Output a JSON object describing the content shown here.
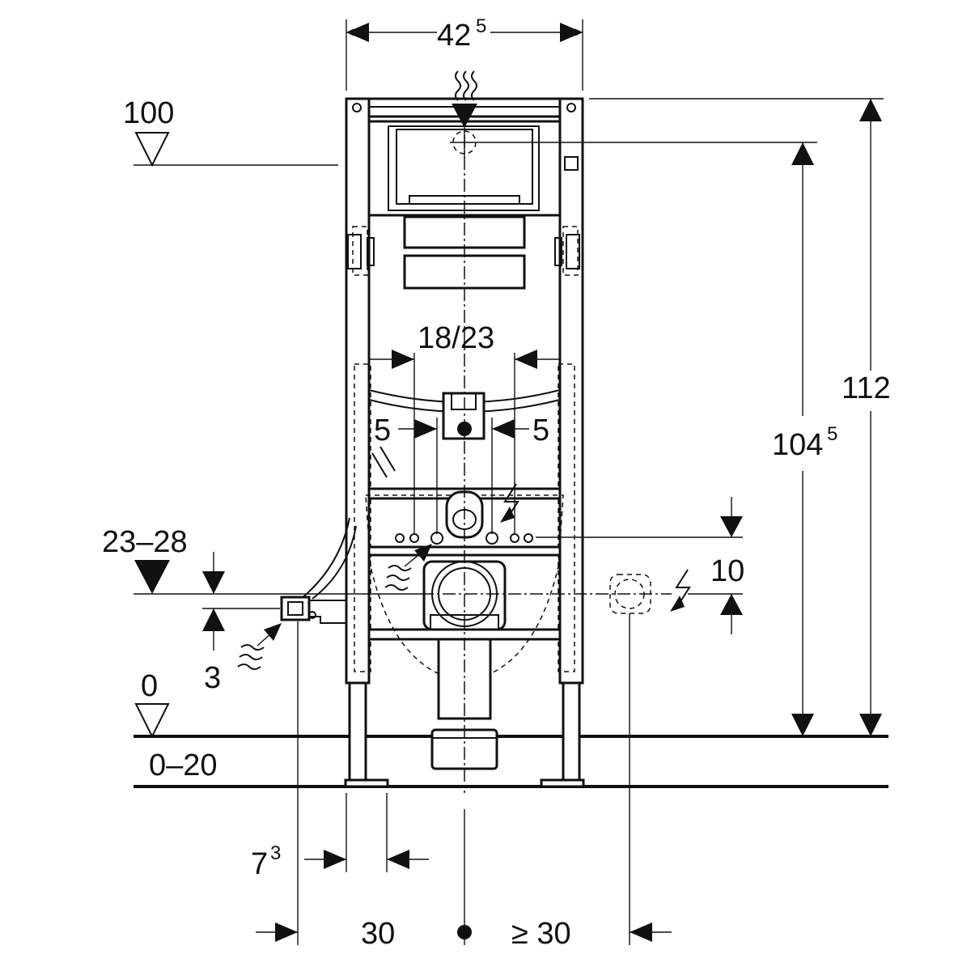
{
  "diagram": {
    "dimensions": {
      "frame_width": {
        "main": "42",
        "sup": "5"
      },
      "flush_height": "100",
      "total_height": "112",
      "outlet_height": {
        "main": "104",
        "sup": "5"
      },
      "bolt_spacing": "18/23",
      "left_offset": "5",
      "right_offset": "5",
      "supply_height_range": "23–28",
      "supply_offset_small": "3",
      "power_offset": "10",
      "floor_level": "0",
      "floor_range": "0–20",
      "side_offset": {
        "main": "7",
        "sup": "3"
      },
      "left_distance": "30",
      "right_distance": "≥ 30"
    },
    "icons": [
      "water-supply-icon",
      "electric-supply-icon",
      "level-marker-icon"
    ],
    "colors": {
      "ink": "#111111",
      "background": "#ffffff"
    }
  }
}
